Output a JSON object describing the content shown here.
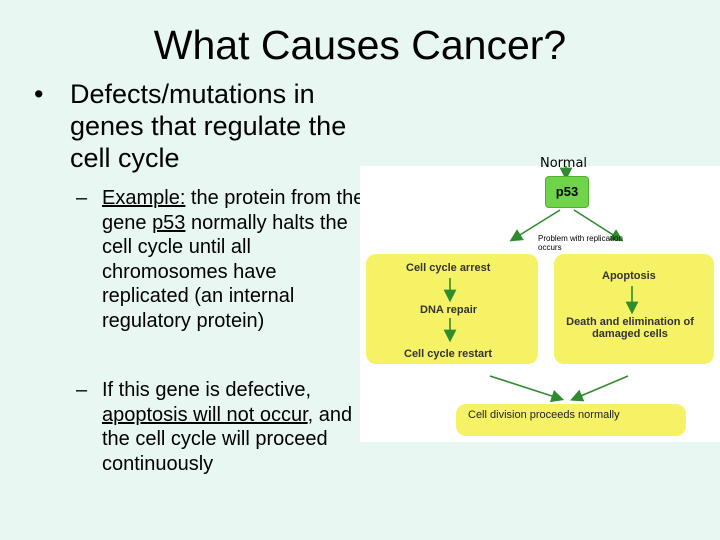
{
  "slide": {
    "title": "What Causes Cancer?",
    "bullet_marker": "•",
    "bullet_text": "Defects/mutations in genes that regulate the cell cycle",
    "sub_marker": "–",
    "sub1": {
      "example_label": "Example:",
      "text_a": " the protein from the gene ",
      "gene": "p53",
      "text_b": " normally halts the cell cycle until all chromosomes have replicated (an internal regulatory protein)"
    },
    "sub2": {
      "text_a": "If this gene is defective, ",
      "underlined": "apoptosis will not occur",
      "text_b": ", and the cell cycle will proceed continuously"
    }
  },
  "diagram": {
    "normal_label": "Normal",
    "p53_label": "p53",
    "problem_label": "Problem with replication occurs",
    "cell_cycle_arrest": "Cell cycle arrest",
    "dna_repair": "DNA repair",
    "cell_cycle_restart": "Cell cycle restart",
    "apoptosis": "Apoptosis",
    "death_elimination": "Death and elimination of damaged cells",
    "cell_division": "Cell division proceeds normally",
    "colors": {
      "panel": "#f6f266",
      "p53_box": "#6fd44a",
      "arrow": "#2e8b2e"
    }
  }
}
